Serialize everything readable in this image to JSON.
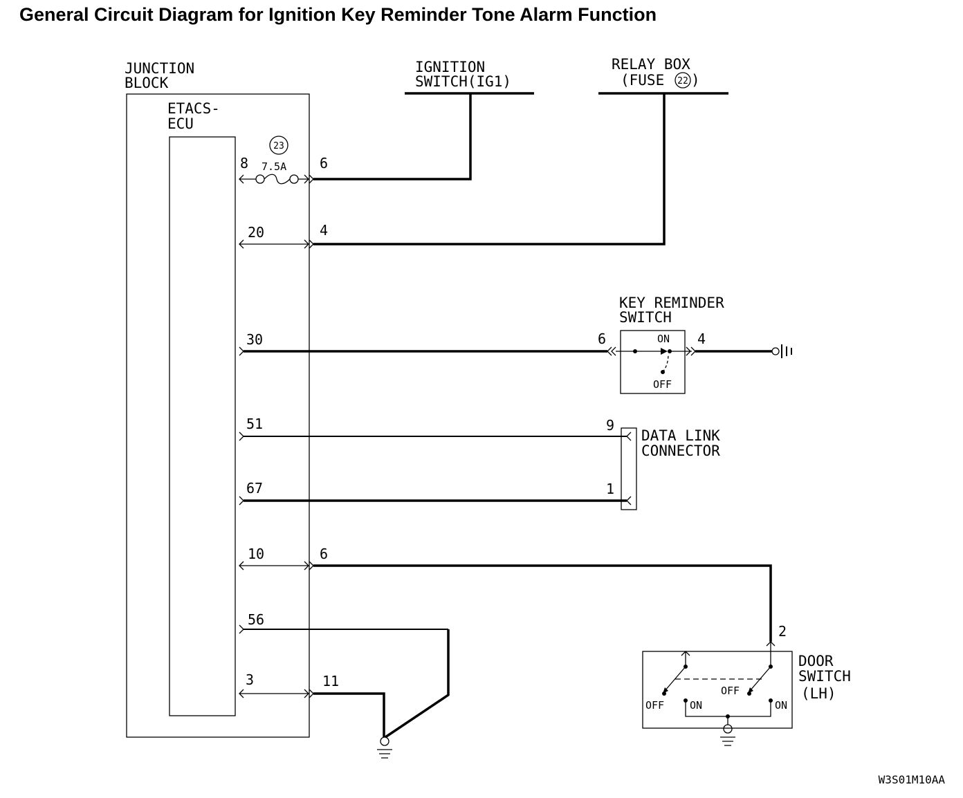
{
  "title": "General Circuit Diagram for Ignition Key Reminder Tone Alarm Function",
  "junction_block": {
    "line1": "JUNCTION",
    "line2": "BLOCK"
  },
  "ecu": {
    "line1": "ETACS-",
    "line2": "ECU"
  },
  "fuse": {
    "number": "23",
    "rating": "7.5A"
  },
  "ignition_switch": {
    "line1": "IGNITION",
    "line2": "SWITCH(IG1)"
  },
  "relay_box": {
    "line1": "RELAY BOX",
    "line2_prefix": "(FUSE",
    "fuse_number": "22",
    "line2_suffix": ")"
  },
  "key_reminder_switch": {
    "line1": "KEY REMINDER",
    "line2": "SWITCH",
    "on": "ON",
    "off": "OFF",
    "pin_in": "6",
    "pin_out": "4"
  },
  "data_link_connector": {
    "line1": "DATA LINK",
    "line2": "CONNECTOR",
    "pin_top": "9",
    "pin_bottom": "1"
  },
  "door_switch": {
    "line1": "DOOR",
    "line2": "SWITCH",
    "line3": "(LH)",
    "pin": "2",
    "off_left": "OFF",
    "on_left": "ON",
    "off_right": "OFF",
    "on_right": "ON"
  },
  "ecu_pins": {
    "p8": "8",
    "p20": "20",
    "p30": "30",
    "p51": "51",
    "p67": "67",
    "p10": "10",
    "p56": "56",
    "p3": "3"
  },
  "jb_pins": {
    "p6a": "6",
    "p4": "4",
    "p6b": "6",
    "p11": "11"
  },
  "figure_code": "W3S01M10AA"
}
